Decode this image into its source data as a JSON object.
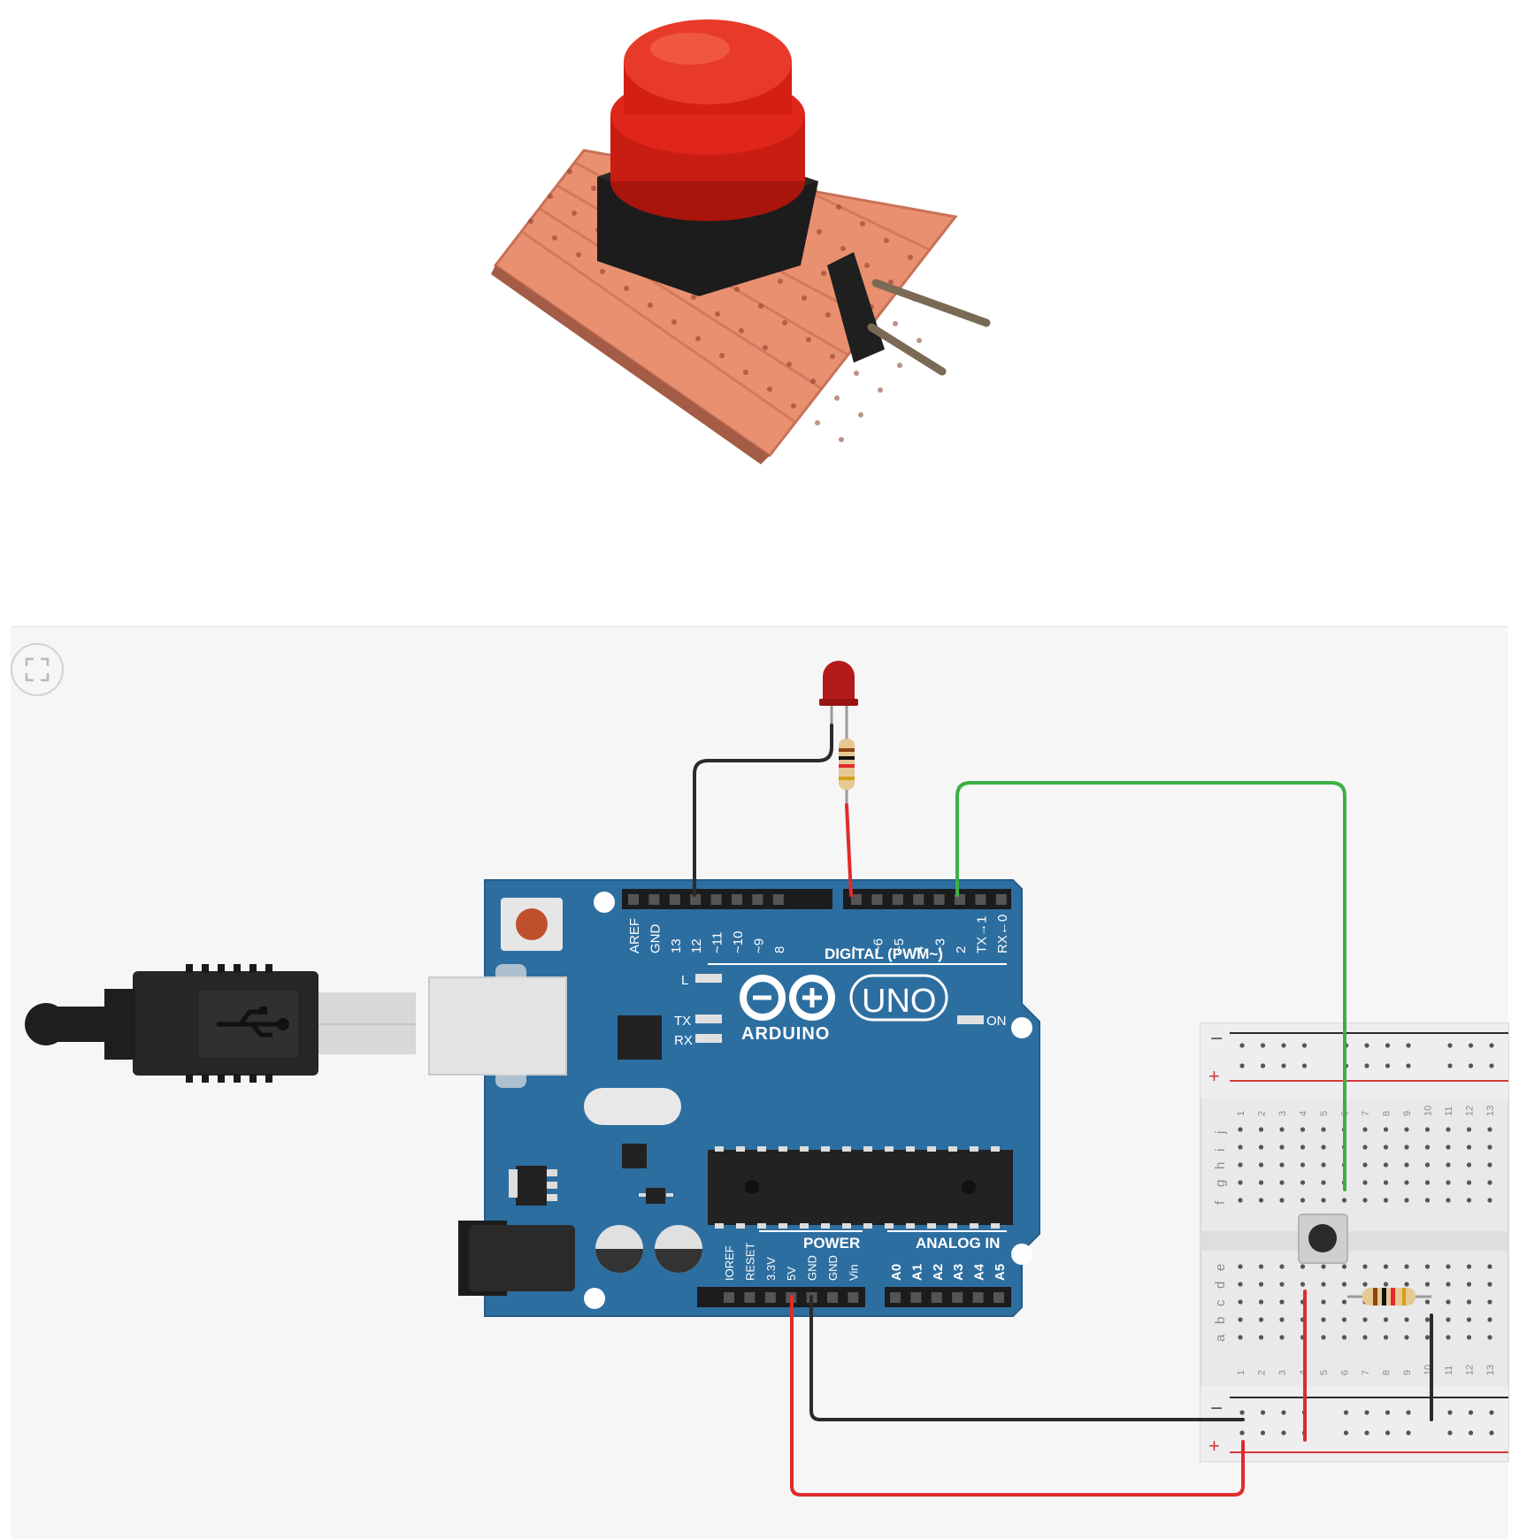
{
  "arduino": {
    "brand": "ARDUINO",
    "model": "UNO",
    "digital_header_label": "DIGITAL (PWM~)",
    "digital_pins": [
      "AREF",
      "GND",
      "13",
      "12",
      "~11",
      "~10",
      "~9",
      "8",
      "7",
      "~6",
      "~5",
      "4",
      "~3",
      "2",
      "TX→1",
      "RX←0"
    ],
    "power_header_label": "POWER",
    "power_pins": [
      "IOREF",
      "RESET",
      "3.3V",
      "5V",
      "GND",
      "GND",
      "Vin"
    ],
    "analog_header_label": "ANALOG IN",
    "analog_pins": [
      "A0",
      "A1",
      "A2",
      "A3",
      "A4",
      "A5"
    ],
    "led_labels": {
      "l": "L",
      "tx": "TX",
      "rx": "RX",
      "on": "ON"
    }
  },
  "breadboard": {
    "rail_minus": "−",
    "rail_plus": "+",
    "top_row_letters": [
      "j",
      "i",
      "h",
      "g",
      "f"
    ],
    "bottom_row_letters": [
      "e",
      "d",
      "c",
      "b",
      "a"
    ],
    "column_numbers": [
      "1",
      "2",
      "3",
      "4",
      "5",
      "6",
      "7",
      "8",
      "9",
      "10",
      "11",
      "12",
      "13"
    ]
  },
  "wires": {
    "led_ground": "#2b2b2b",
    "led_signal": "#e02b2b",
    "button_signal": "#3cb043",
    "power_5v": "#e02b2b",
    "power_gnd": "#2b2b2b"
  },
  "colors": {
    "board": "#2d6ea0",
    "button_cap": "#e0261a",
    "perfboard": "#e8906f",
    "led": "#b51a1a"
  },
  "icons": {
    "fit_view": "fullscreen-corners-icon",
    "usb": "usb-icon"
  }
}
